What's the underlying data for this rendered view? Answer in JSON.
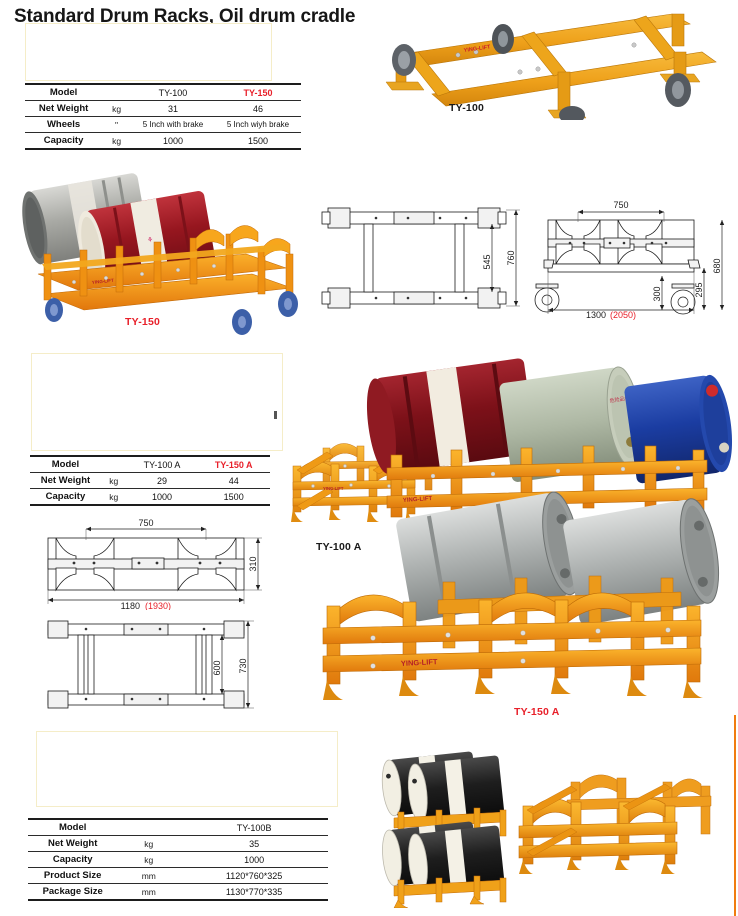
{
  "page": {
    "title": "Standard Drum Racks, Oil drum cradle"
  },
  "tables": [
    {
      "name": "ty100-ty150-specs",
      "rows": [
        {
          "label": "Model",
          "unit": "",
          "col1": "TY-100",
          "col2": "TY-150",
          "col2_highlight": true
        },
        {
          "label": "Net Weight",
          "unit": "kg",
          "col1": "31",
          "col2": "46",
          "col2_highlight": false
        },
        {
          "label": "Wheels",
          "unit": "\"",
          "col1": "5 Inch with brake",
          "col2": "5  Inch wiyh brake",
          "col2_highlight": false
        },
        {
          "label": "Capacity",
          "unit": "kg",
          "col1": "1000",
          "col2": "1500",
          "col2_highlight": false
        }
      ]
    },
    {
      "name": "ty100a-ty150a-specs",
      "rows": [
        {
          "label": "Model",
          "unit": "",
          "col1": "TY-100 A",
          "col2": "TY-150 A",
          "col2_highlight": true
        },
        {
          "label": "Net Weight",
          "unit": "kg",
          "col1": "29",
          "col2": "44",
          "col2_highlight": false
        },
        {
          "label": "Capacity",
          "unit": "kg",
          "col1": "1000",
          "col2": "1500",
          "col2_highlight": false
        }
      ]
    },
    {
      "name": "ty100b-specs",
      "rows": [
        {
          "label": "Model",
          "unit": "",
          "col1": "TY-100B"
        },
        {
          "label": "Net Weight",
          "unit": "kg",
          "col1": "35"
        },
        {
          "label": "Capacity",
          "unit": "kg",
          "col1": "1000"
        },
        {
          "label": "Product Size",
          "unit": "mm",
          "col1": "1120*760*325"
        },
        {
          "label": "Package Size",
          "unit": "mm",
          "col1": "1130*770*335"
        }
      ]
    }
  ],
  "captions": {
    "ty100": "TY-100",
    "ty150": "TY-150",
    "ty100a": "TY-100 A",
    "ty150a": "TY-150 A"
  },
  "drawings": {
    "ty100_top_view": {
      "name": "ty100-top-view",
      "dims": {
        "inner_width": "545",
        "outer_width": "760"
      }
    },
    "ty100_front_view": {
      "name": "ty100-front-view",
      "dims": {
        "cradle_span": "750",
        "overall_height": "680",
        "frame_height": "295",
        "wheel_gap": "300",
        "length": "1300",
        "length_alt": "(2050)"
      }
    },
    "ty100a_front_view": {
      "name": "ty100a-front-view",
      "dims": {
        "cradle_span": "750",
        "height": "310",
        "length": "1180",
        "length_alt": "(1930)"
      }
    },
    "ty100a_top_view": {
      "name": "ty100a-top-view",
      "dims": {
        "inner_width": "600",
        "outer_width": "730"
      }
    }
  },
  "brand": {
    "decal": "YING-LIFT"
  },
  "colors": {
    "rack_yellow": "#f2a81d",
    "rack_orange": "#f07c10",
    "accent_red": "#e8202a",
    "drum_red": "#9e1b24",
    "drum_blue": "#1d3fa0",
    "drum_steel": "#b9bdbf",
    "drum_cream": "#efe9dc",
    "line_dark": "#1d1d1d"
  }
}
